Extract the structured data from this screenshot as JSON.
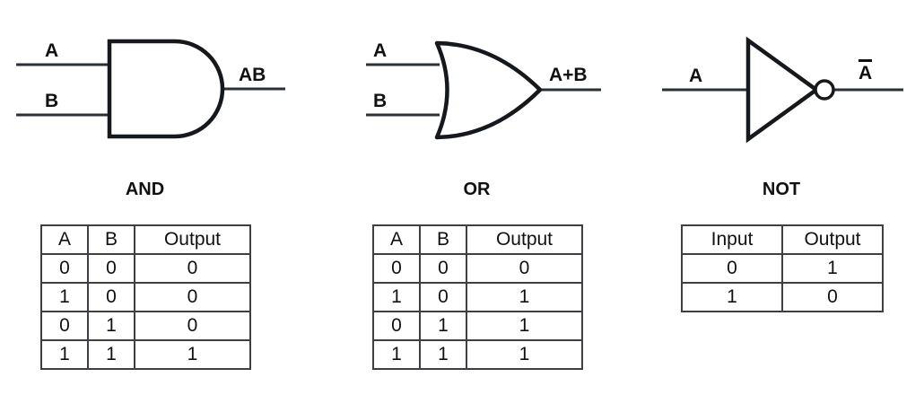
{
  "diagram": {
    "title_hidden": "Logic gates with truth tables",
    "line_color": "#2b2f36",
    "gate_color": "#15181d",
    "table_border_color": "#3c3f46"
  },
  "gates": [
    {
      "id": "and",
      "name": "AND",
      "title": "AND",
      "shape": "and-gate-shape",
      "inputs": [
        {
          "label": "A"
        },
        {
          "label": "B"
        }
      ],
      "output": {
        "label": "AB",
        "overbar": false
      },
      "table": {
        "headers": [
          "A",
          "B",
          "Output"
        ],
        "rows": [
          [
            "0",
            "0",
            "0"
          ],
          [
            "1",
            "0",
            "0"
          ],
          [
            "0",
            "1",
            "0"
          ],
          [
            "1",
            "1",
            "1"
          ]
        ]
      }
    },
    {
      "id": "or",
      "name": "OR",
      "title": "OR",
      "shape": "or-gate-shape",
      "inputs": [
        {
          "label": "A"
        },
        {
          "label": "B"
        }
      ],
      "output": {
        "label": "A+B",
        "overbar": false
      },
      "table": {
        "headers": [
          "A",
          "B",
          "Output"
        ],
        "rows": [
          [
            "0",
            "0",
            "0"
          ],
          [
            "1",
            "0",
            "1"
          ],
          [
            "0",
            "1",
            "1"
          ],
          [
            "1",
            "1",
            "1"
          ]
        ]
      }
    },
    {
      "id": "not",
      "name": "NOT",
      "title": "NOT",
      "shape": "not-gate-shape",
      "inputs": [
        {
          "label": "A"
        }
      ],
      "output": {
        "label": "A",
        "overbar": true
      },
      "table": {
        "headers": [
          "Input",
          "Output"
        ],
        "rows": [
          [
            "0",
            "1"
          ],
          [
            "1",
            "0"
          ]
        ]
      }
    }
  ]
}
